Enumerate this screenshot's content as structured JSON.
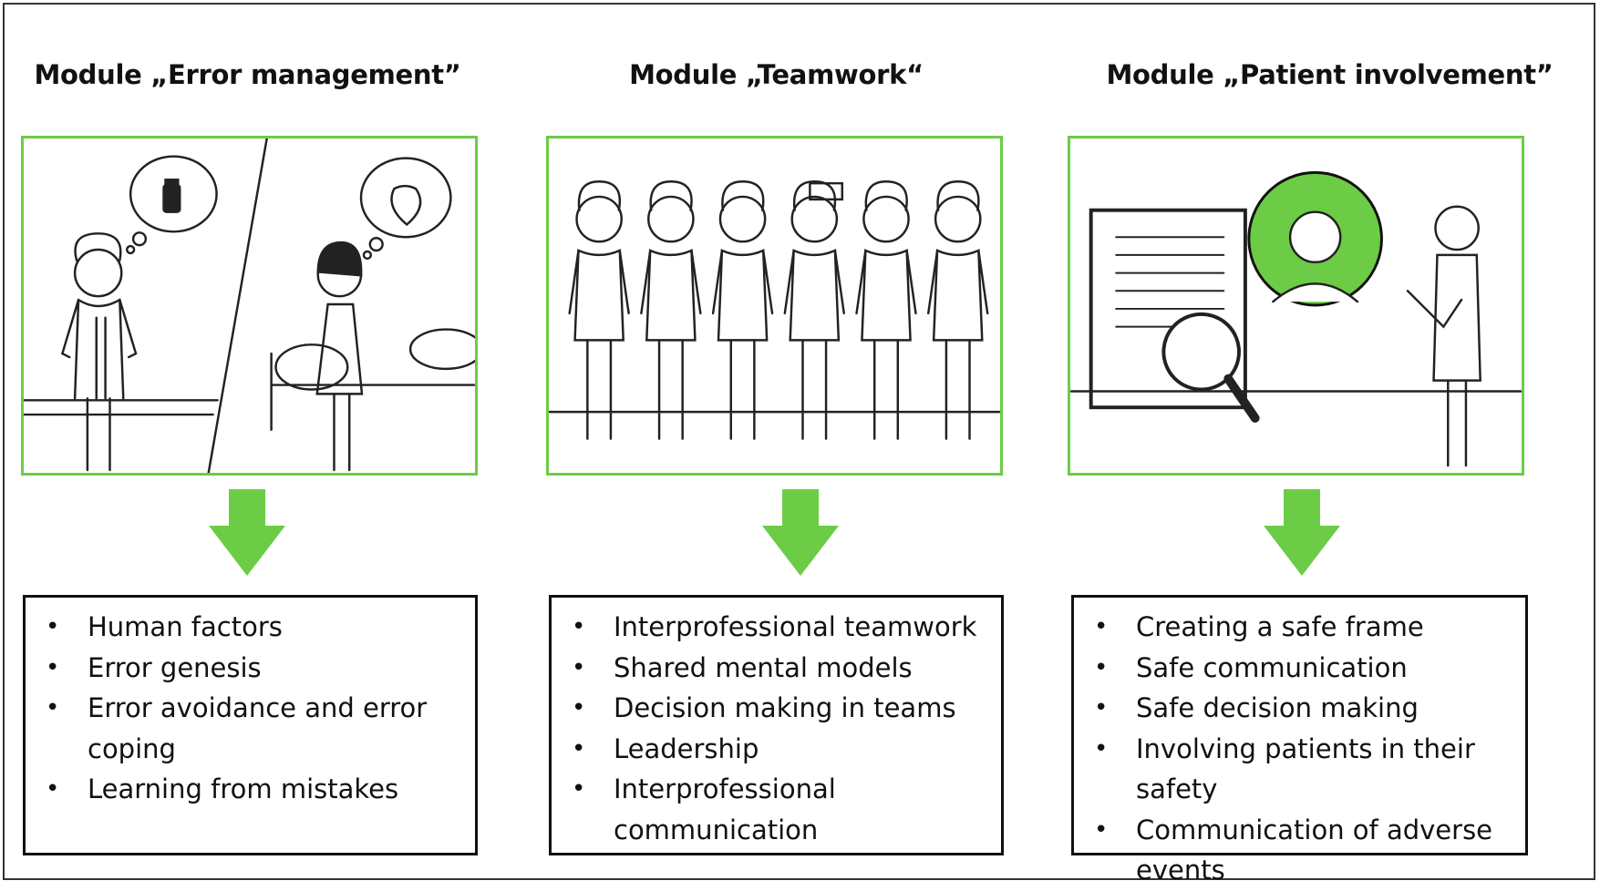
{
  "modules": [
    {
      "title": "Module „Error management”",
      "illustration_icons": [
        "doctor-icon",
        "thought-bubble-pill-icon",
        "thought-bubble-heart-icon",
        "patient-icon",
        "bed-icon"
      ],
      "items": [
        "Human factors",
        "Error genesis",
        "Error avoidance and error coping",
        "Learning from mistakes"
      ]
    },
    {
      "title": "Module „Teamwork“",
      "illustration_icons": [
        "team-of-six-people-icon"
      ],
      "items": [
        "Interprofessional teamwork",
        "Shared mental models",
        "Decision making in teams",
        "Leadership",
        "Interprofessional communication"
      ]
    },
    {
      "title": "Module „Patient involvement”",
      "illustration_icons": [
        "document-icon",
        "magnifier-icon",
        "patient-portrait-icon",
        "doctor-with-clipboard-icon"
      ],
      "items": [
        "Creating a safe frame",
        "Safe communication",
        "Safe decision making",
        "Involving patients in their safety",
        "Communication of adverse events"
      ]
    }
  ],
  "colors": {
    "accent": "#6ccc45",
    "border": "#111111",
    "frame": "#333333"
  }
}
